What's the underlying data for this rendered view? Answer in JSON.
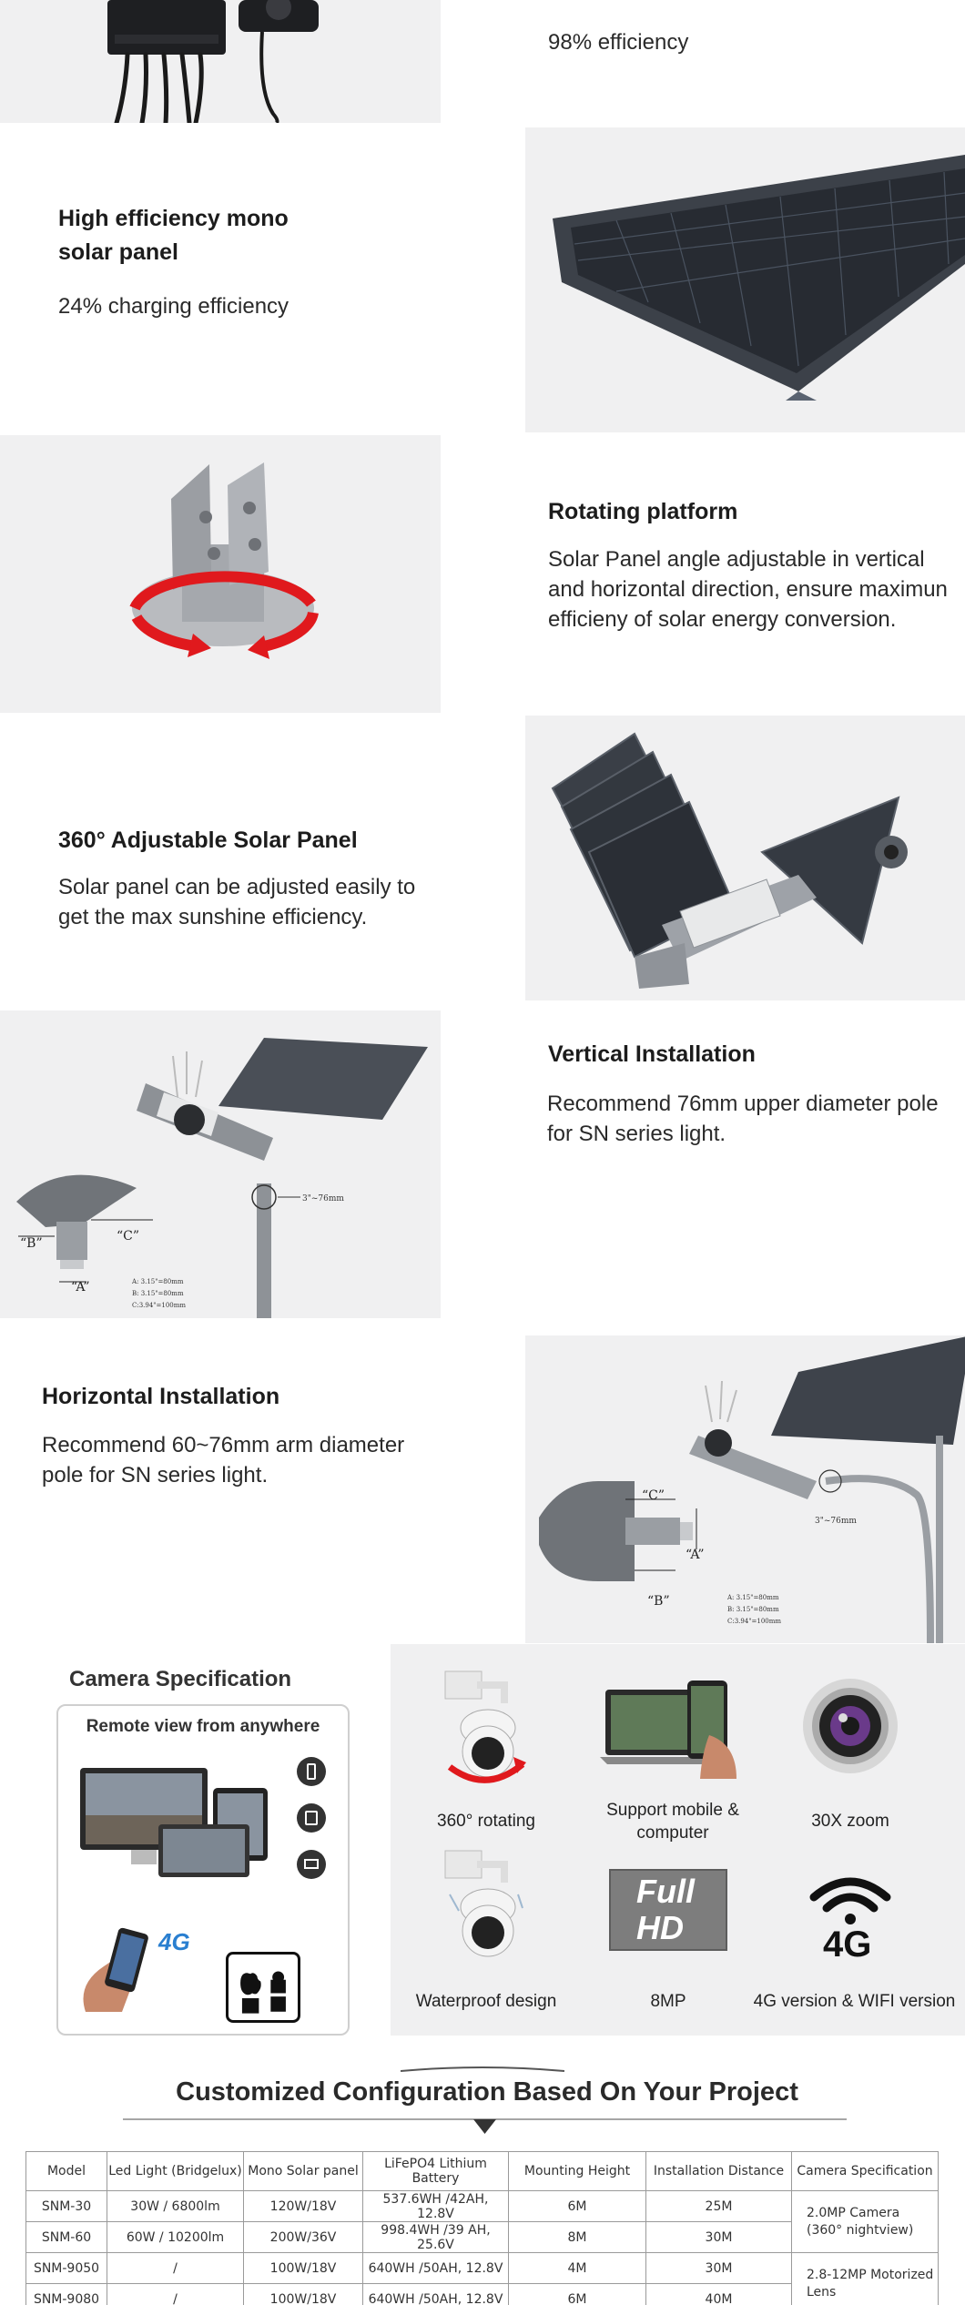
{
  "features": [
    {
      "title": "",
      "text": "98% efficiency"
    },
    {
      "title": "High efficiency mono solar panel",
      "text": "24% charging efficiency"
    },
    {
      "title": "Rotating platform",
      "text": "Solar Panel angle adjustable in vertical and horizontal direction, ensure maximun efficieny of solar energy conversion."
    },
    {
      "title": "360° Adjustable Solar Panel",
      "text": "Solar panel can be adjusted easily to get the max sunshine efficiency."
    },
    {
      "title": "Vertical Installation",
      "text": "Recommend 76mm upper diameter pole for SN series light."
    },
    {
      "title": "Horizontal Installation",
      "text": "Recommend 60~76mm arm diameter pole for SN series light."
    }
  ],
  "diagram_labels": {
    "a": "“A”",
    "b": "“B”",
    "c": "“C”",
    "pole": "3\"~76mm",
    "dims": [
      "A: 3.15\"=80mm",
      "B: 3.15\"=80mm",
      "C:3.94\"=100mm"
    ]
  },
  "camera": {
    "title": "Camera Specification",
    "remote_view": "Remote view from anywhere",
    "badge_4g": "4G",
    "features": [
      {
        "label": "360° rotating",
        "icon": "rotating-camera-icon"
      },
      {
        "label": "Support mobile & computer",
        "icon": "laptop-phone-icon"
      },
      {
        "label": "30X zoom",
        "icon": "lens-icon"
      },
      {
        "label": "Waterproof design",
        "icon": "waterproof-camera-icon"
      },
      {
        "label": "8MP",
        "icon": "full-hd-icon"
      },
      {
        "label": "4G version & WIFI version",
        "icon": "wifi-4g-icon"
      }
    ],
    "fullhd_1": "Full",
    "fullhd_2": "HD",
    "wifi_4g": "4G"
  },
  "config": {
    "title": "Customized Configuration Based On Your Project",
    "headers": [
      "Model",
      "Led Light (Bridgelux)",
      "Mono Solar panel",
      "LiFePO4 Lithium Battery",
      "Mounting Height",
      "Installation Distance",
      "Camera Specification"
    ],
    "rows": [
      [
        "SNM-30",
        "30W / 6800lm",
        "120W/18V",
        "537.6WH /42AH, 12.8V",
        "6M",
        "25M"
      ],
      [
        "SNM-60",
        "60W / 10200lm",
        "200W/36V",
        "998.4WH /39 AH, 25.6V",
        "8M",
        "30M"
      ],
      [
        "SNM-9050",
        "/",
        "100W/18V",
        "640WH /50AH, 12.8V",
        "4M",
        "30M"
      ],
      [
        "SNM-9080",
        "/",
        "100W/18V",
        "640WH /50AH, 12.8V",
        "6M",
        "40M"
      ]
    ],
    "camera_spec_1": "2.0MP Camera (360° nightview)",
    "camera_spec_2": "2.8-12MP Motorized Lens"
  },
  "colors": {
    "image_bg": "#f0f0f1",
    "rotate_arrow": "#e0191d",
    "panel_dark": "#3c4149"
  }
}
